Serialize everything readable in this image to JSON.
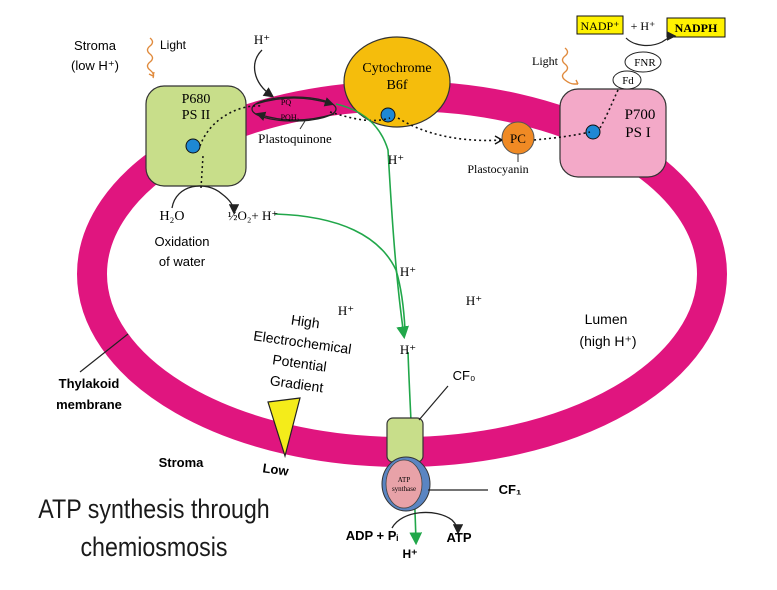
{
  "colors": {
    "membrane": "#e0157f",
    "ps2_fill": "#c8de8a",
    "cytb6f_fill": "#f5bd0c",
    "ps1_fill": "#f3a9c8",
    "pc_fill": "#f08a24",
    "atp_fill": "#e8a2a8",
    "atp_ring": "#5a85c2",
    "cf0_fill": "#c8de8a",
    "electron_dot": "#1e88d4",
    "proton_path": "#21a74a",
    "gradient_arrow": "#f4ec1a",
    "nadp_box": "#fff200",
    "light_squiggle": "#e08a3c"
  },
  "labels": {
    "stroma_top_line1": "Stroma",
    "stroma_top_line2": "(low H⁺)",
    "light_left": "Light",
    "light_right": "Light",
    "ps2_line1": "P680",
    "ps2_line2": "PS II",
    "cytb6f_line1": "Cytochrome",
    "cytb6f_line2": "B6f",
    "ps1_line1": "P700",
    "ps1_line2": "PS I",
    "pc": "PC",
    "plastocyanin": "Plastocyanin",
    "plastoquinone": "Plastoquinone",
    "pq": "PQ",
    "pqh2": "PQH₂",
    "h_top": "H⁺",
    "h_under_cyt": "H⁺",
    "nadp": "NADP⁺",
    "nadp_plus_h": "+ H⁺",
    "nadph": "NADPH",
    "fnr": "FNR",
    "fd": "Fd",
    "h2o": "H₂O",
    "half_o2": "½O₂+ H⁺",
    "oxidation_line1": "Oxidation",
    "oxidation_line2": "of water",
    "h_lumen_1": "H⁺",
    "h_lumen_2": "H⁺",
    "h_lumen_3": "H⁺",
    "h_lumen_4": "H⁺",
    "gradient_line1": "High",
    "gradient_line2": "Electrochemical",
    "gradient_line3": "Potential",
    "gradient_line4": "Gradient",
    "low": "Low",
    "lumen_line1": "Lumen",
    "lumen_line2": "(high H⁺)",
    "thylakoid_line1": "Thylakoid",
    "thylakoid_line2": "membrane",
    "stroma_bottom": "Stroma",
    "cf0": "CF₀",
    "cf1": "CF₁",
    "atp_synthase_line1": "ATP",
    "atp_synthase_line2": "synthase",
    "adp_pi": "ADP + Pᵢ",
    "atp": "ATP",
    "h_bottom": "H⁺"
  },
  "title": {
    "line1": "ATP synthesis through",
    "line2": "chemiosmosis"
  }
}
